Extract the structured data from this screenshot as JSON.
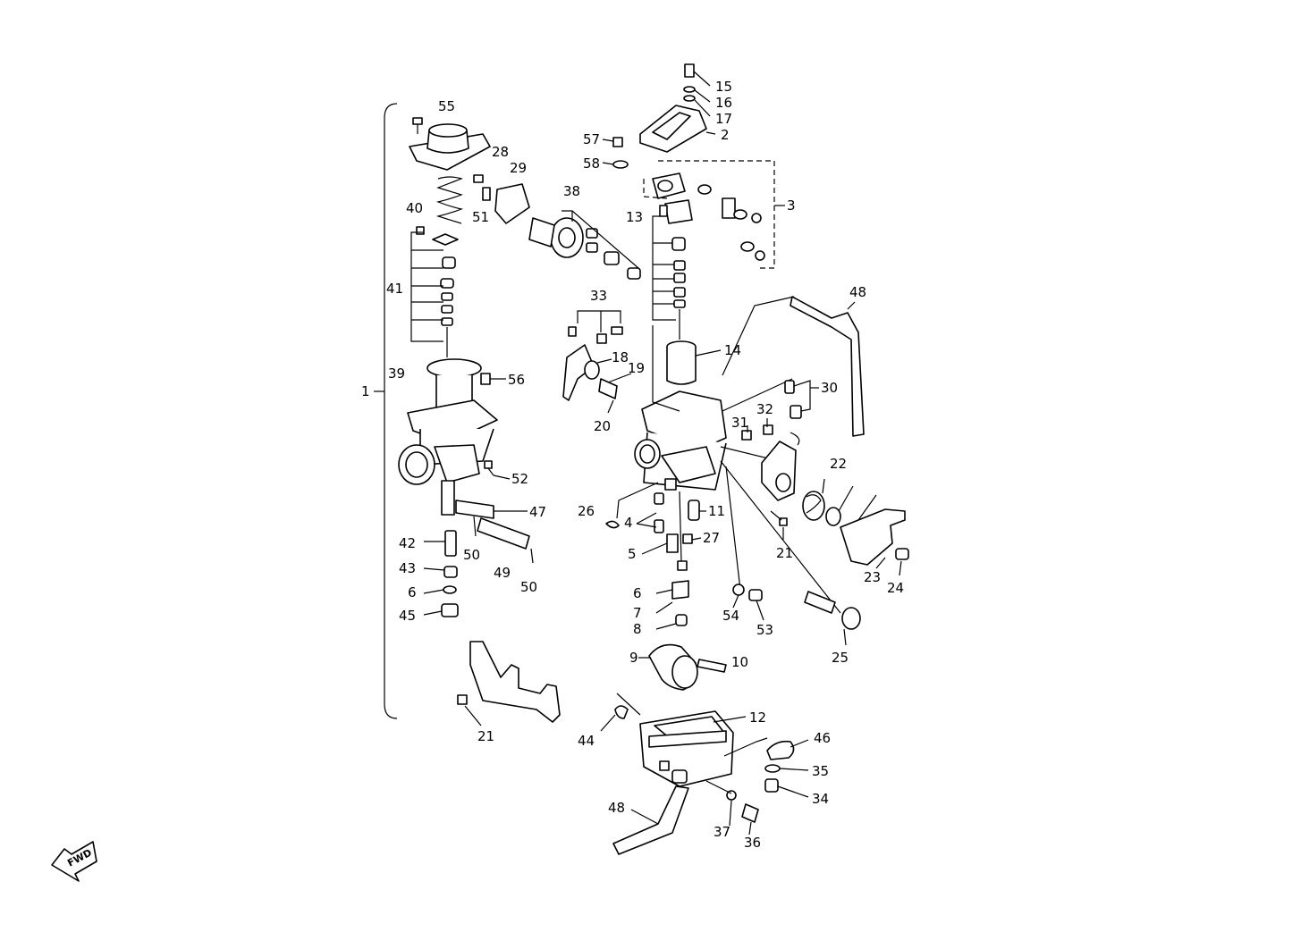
{
  "diagram": {
    "fwd_label": "FWD",
    "callouts": [
      "1",
      "2",
      "3",
      "4",
      "5",
      "6",
      "7",
      "8",
      "9",
      "10",
      "11",
      "12",
      "13",
      "14",
      "15",
      "16",
      "17",
      "18",
      "19",
      "20",
      "21",
      "22",
      "23",
      "24",
      "25",
      "26",
      "27",
      "28",
      "29",
      "30",
      "31",
      "32",
      "33",
      "34",
      "35",
      "36",
      "37",
      "38",
      "39",
      "40",
      "41",
      "42",
      "43",
      "44",
      "45",
      "46",
      "47",
      "48",
      "49",
      "50",
      "51",
      "52",
      "53",
      "54",
      "55",
      "56",
      "57",
      "58"
    ]
  }
}
